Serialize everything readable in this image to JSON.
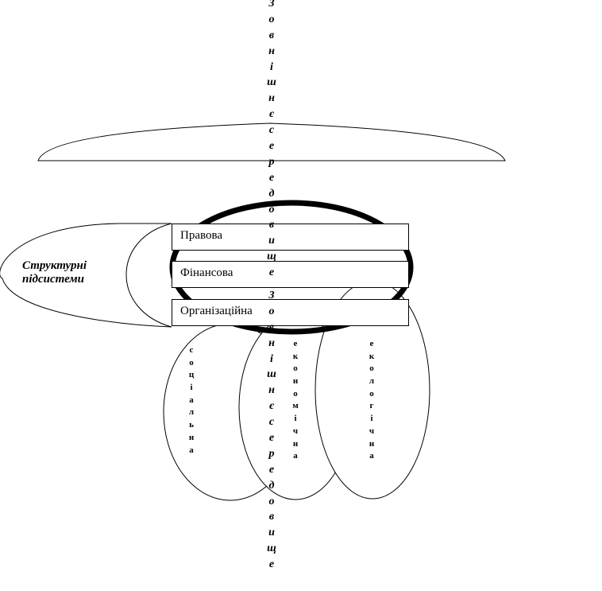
{
  "environment_label": "Зовнішнєсередовище",
  "structure_label": {
    "line1": "Структурні",
    "line2": "підсистеми"
  },
  "subsystems": [
    {
      "label": "Правова"
    },
    {
      "label": "Фінансова"
    },
    {
      "label": "Організаційна"
    }
  ],
  "spheres": [
    {
      "label": "соціальна"
    },
    {
      "label": "економічна"
    },
    {
      "label": "екологічна"
    }
  ],
  "colors": {
    "stroke": "#000000",
    "background": "#ffffff"
  }
}
